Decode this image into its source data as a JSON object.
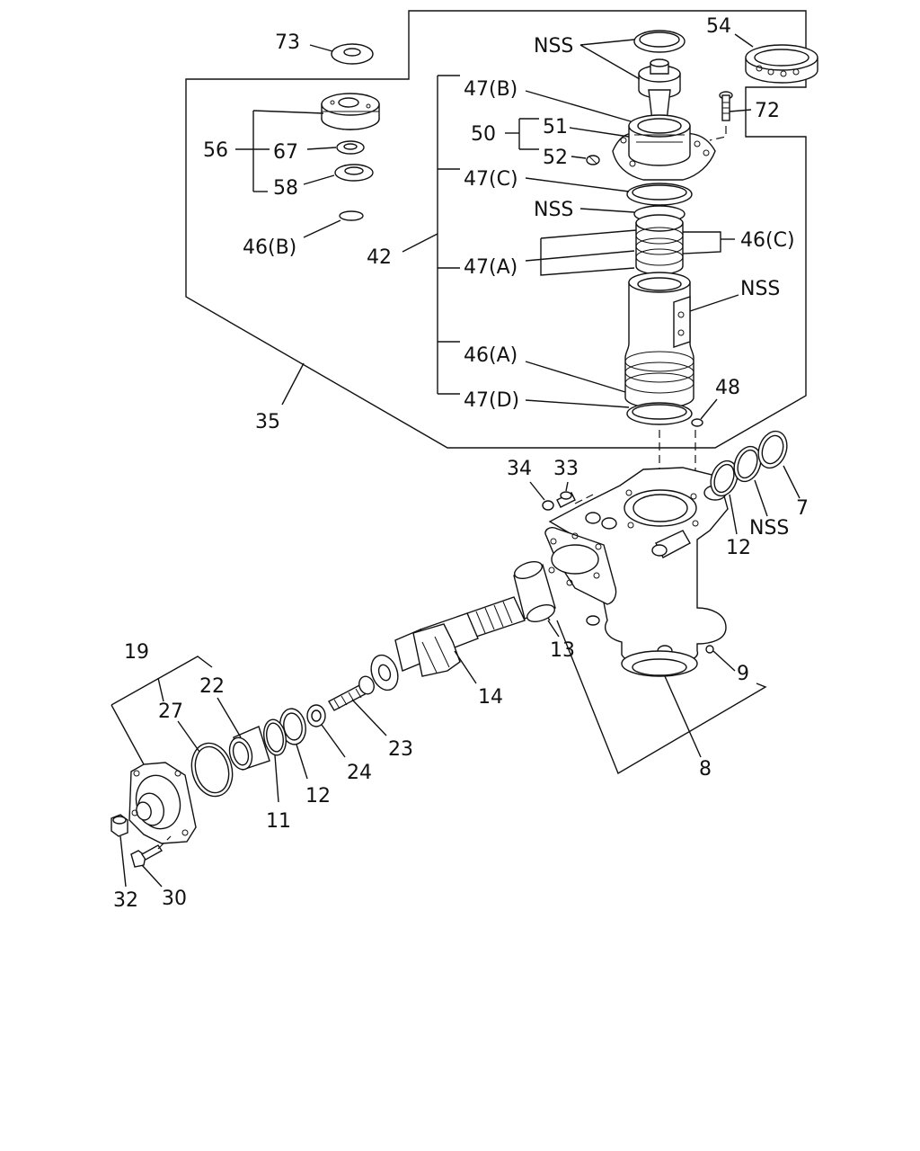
{
  "callouts": {
    "c73": "73",
    "c56": "56",
    "c67": "67",
    "c58": "58",
    "c46b": "46(B)",
    "c42": "42",
    "c35": "35",
    "c47b": "47(B)",
    "c47c": "47(C)",
    "c47a": "47(A)",
    "c46a": "46(A)",
    "c47d": "47(D)",
    "c50": "50",
    "c51": "51",
    "c52": "52",
    "cnss1": "NSS",
    "cnss2": "NSS",
    "cnss3": "NSS",
    "cnss4": "NSS",
    "c46c": "46(C)",
    "c54": "54",
    "c72": "72",
    "c48": "48",
    "c34": "34",
    "c33": "33",
    "c12a": "12",
    "c12b": "12",
    "c7": "7",
    "c13": "13",
    "c9": "9",
    "c8": "8",
    "c14": "14",
    "c19": "19",
    "c22": "22",
    "c27": "27",
    "c23": "23",
    "c24": "24",
    "c11": "11",
    "c32": "32",
    "c30": "30"
  },
  "colors": {
    "ink": "#111111",
    "paper": "#ffffff"
  }
}
